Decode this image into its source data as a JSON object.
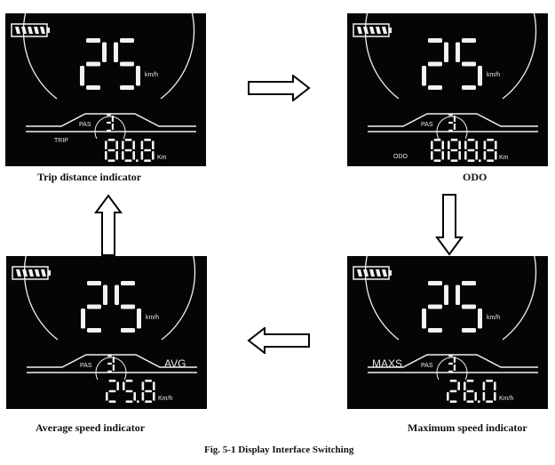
{
  "figure": {
    "caption": "Fig. 5-1 Display Interface Switching"
  },
  "colors": {
    "screen_bg": "#050505",
    "lcd_fg": "#f2f2f2",
    "page_bg": "#ffffff",
    "text": "#111111"
  },
  "panels": [
    {
      "id": "trip",
      "caption": "Trip distance indicator",
      "battery_bars": 5,
      "speed": "25",
      "speed_unit": "km/h",
      "pas_label": "PAS",
      "pas_level": "3",
      "mode_label": "TRIP",
      "mode_label_position": "bottom-left-small",
      "value": "88.8",
      "value_unit": "Km"
    },
    {
      "id": "odo",
      "caption": "ODO",
      "battery_bars": 5,
      "speed": "25",
      "speed_unit": "km/h",
      "pas_label": "PAS",
      "pas_level": "3",
      "mode_label": "ODO",
      "mode_label_position": "bottom-left-small",
      "value": "888.8",
      "value_unit": "Km"
    },
    {
      "id": "avg",
      "caption": "Average speed indicator",
      "battery_bars": 5,
      "speed": "25",
      "speed_unit": "km/h",
      "pas_label": "PAS",
      "pas_level": "3",
      "mode_label": "AVG",
      "mode_label_position": "middle-right-large",
      "value": "25.8",
      "value_unit": "Km/h"
    },
    {
      "id": "maxs",
      "caption": "Maximum speed indicator",
      "battery_bars": 5,
      "speed": "25",
      "speed_unit": "km/h",
      "pas_label": "PAS",
      "pas_level": "3",
      "mode_label": "MAXS",
      "mode_label_position": "middle-left-large",
      "value": "26.0",
      "value_unit": "Km/h"
    }
  ],
  "arrows": [
    {
      "from": "trip",
      "to": "odo",
      "direction": "right"
    },
    {
      "from": "odo",
      "to": "maxs",
      "direction": "down"
    },
    {
      "from": "maxs",
      "to": "avg",
      "direction": "left"
    },
    {
      "from": "avg",
      "to": "trip",
      "direction": "up"
    }
  ]
}
